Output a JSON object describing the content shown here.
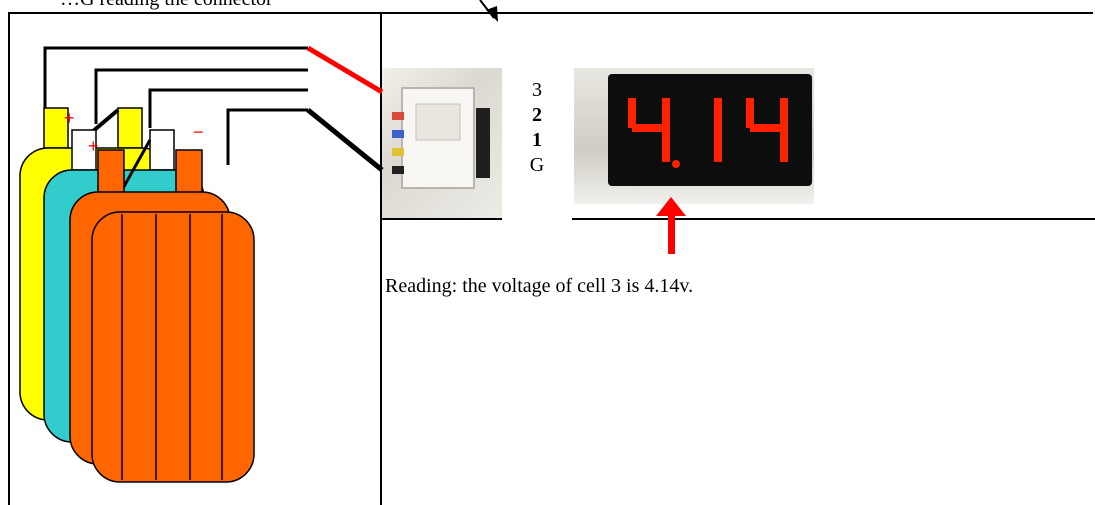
{
  "top_note": "…G  reading the connector",
  "pin_labels": [
    "3",
    "2",
    "1",
    "G"
  ],
  "display_reading": "4.14",
  "polarity_marks": {
    "plus": "+",
    "minus": "−"
  },
  "reading_text": "Reading: the voltage of cell 3 is 4.14v.",
  "colors": {
    "cell_yellow": "#ffff00",
    "cell_cyan": "#33cccc",
    "cell_orange": "#ff6600",
    "wire_red": "#ff0000",
    "wire_black": "#000000",
    "display_segment": "#ff2200"
  }
}
